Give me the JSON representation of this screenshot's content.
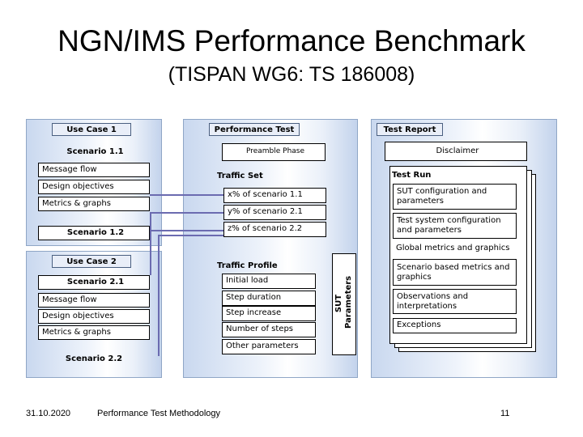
{
  "title": "NGN/IMS Performance Benchmark",
  "subtitle": "(TISPAN WG6: TS 186008)",
  "use_case_1": {
    "tab": "Use Case 1",
    "scenario_1_1": "Scenario 1.1",
    "items": [
      "Message flow",
      "Design objectives",
      "Metrics & graphs"
    ],
    "scenario_1_2": "Scenario 1.2"
  },
  "use_case_2": {
    "tab": "Use Case 2",
    "scenario_2_1": "Scenario 2.1",
    "items": [
      "Message flow",
      "Design objectives",
      "Metrics & graphs"
    ],
    "scenario_2_2": "Scenario 2.2"
  },
  "performance_test": {
    "tab": "Performance Test",
    "preamble": "Preamble Phase",
    "traffic_set": {
      "label": "Traffic Set",
      "items": [
        "x% of scenario 1.1",
        "y% of scenario 2.1",
        "z% of scenario 2.2"
      ]
    },
    "traffic_profile": {
      "label": "Traffic Profile",
      "items": [
        "Initial load",
        "Step duration",
        "Step increase",
        "Number of steps",
        "Other parameters"
      ]
    },
    "sut_parameters": [
      "SUT",
      "Parameters"
    ]
  },
  "test_report": {
    "tab": "Test Report",
    "disclaimer": "Disclaimer",
    "test_run": "Test Run",
    "items": [
      "SUT configuration and parameters",
      "Test system configuration and parameters",
      "Global metrics and graphics",
      "Scenario based metrics and graphics",
      "Observations and interpretations",
      "Exceptions"
    ]
  },
  "footer": {
    "date": "31.10.2020",
    "label": "Performance Test Methodology",
    "page": "11"
  }
}
